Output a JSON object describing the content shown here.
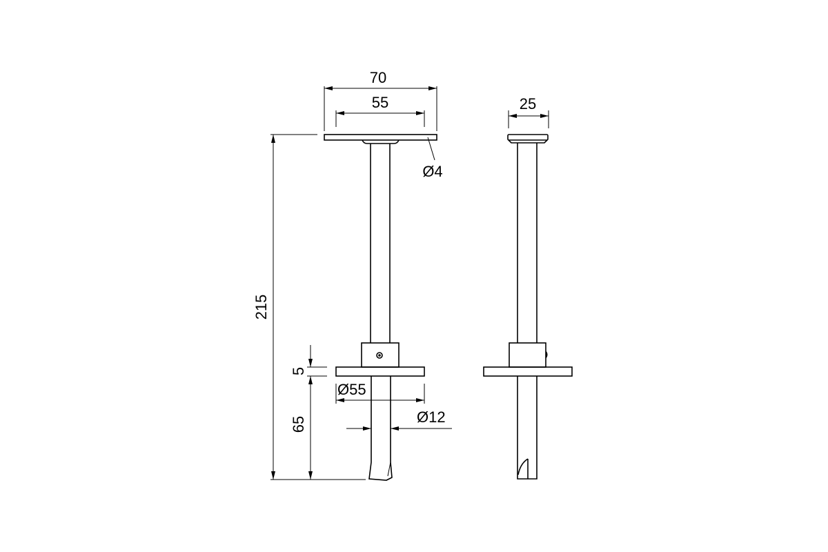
{
  "drawing": {
    "front_view": {
      "dim_overall_width": "70",
      "dim_hole_spacing": "55",
      "dim_hole_diameter": "Ø4",
      "dim_total_height": "215",
      "dim_plate_thickness": "5",
      "dim_rod_projection": "65",
      "dim_plate_diameter": "Ø55",
      "dim_rod_diameter": "Ø12"
    },
    "side_view": {
      "dim_cap_width": "25"
    },
    "line_color": "#000000",
    "background_color": "#ffffff"
  }
}
